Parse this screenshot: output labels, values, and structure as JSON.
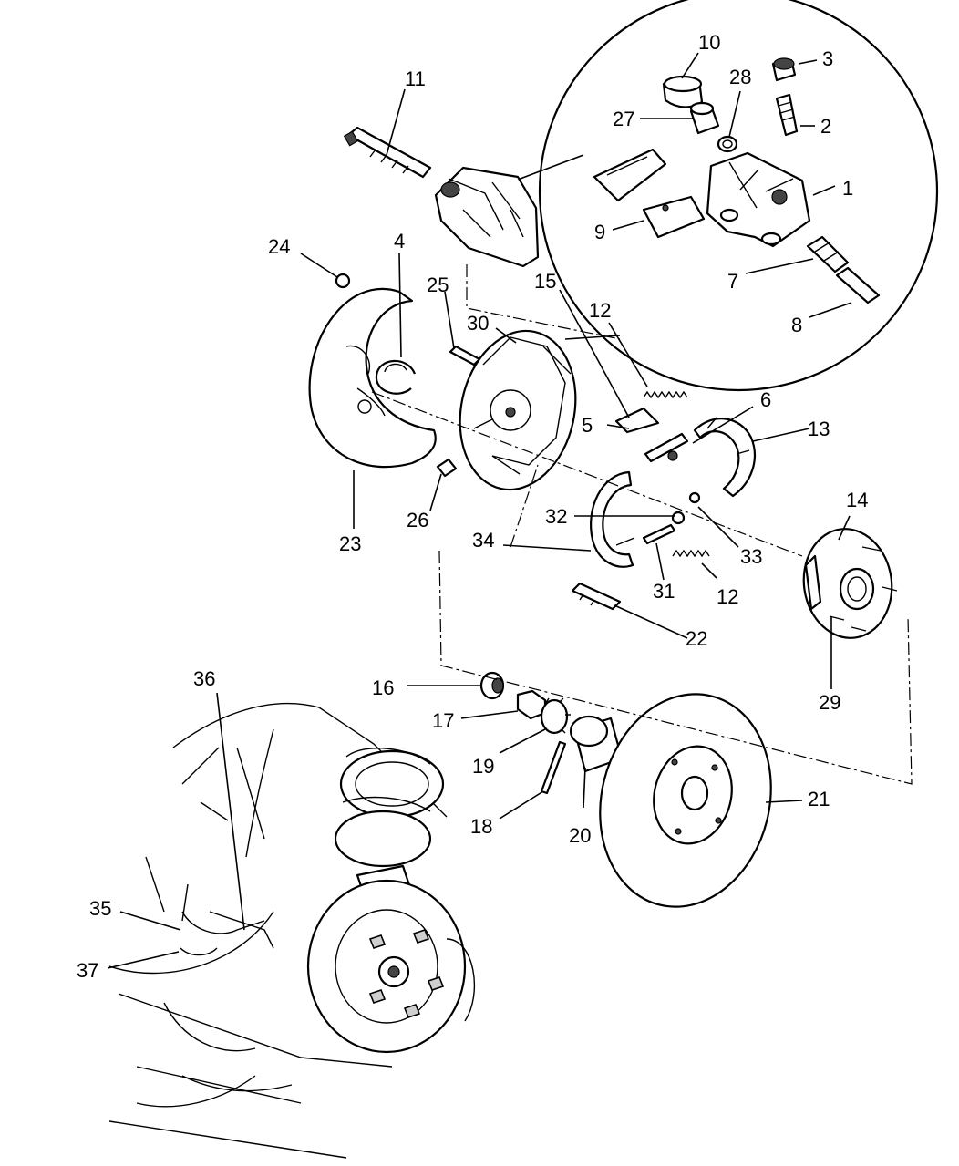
{
  "diagram": {
    "callouts": [
      "1",
      "2",
      "3",
      "4",
      "5",
      "6",
      "7",
      "8",
      "9",
      "10",
      "11",
      "12",
      "12",
      "13",
      "14",
      "15",
      "16",
      "17",
      "18",
      "19",
      "20",
      "21",
      "22",
      "23",
      "24",
      "25",
      "26",
      "27",
      "28",
      "29",
      "30",
      "31",
      "32",
      "33",
      "34",
      "35",
      "36",
      "37"
    ]
  }
}
